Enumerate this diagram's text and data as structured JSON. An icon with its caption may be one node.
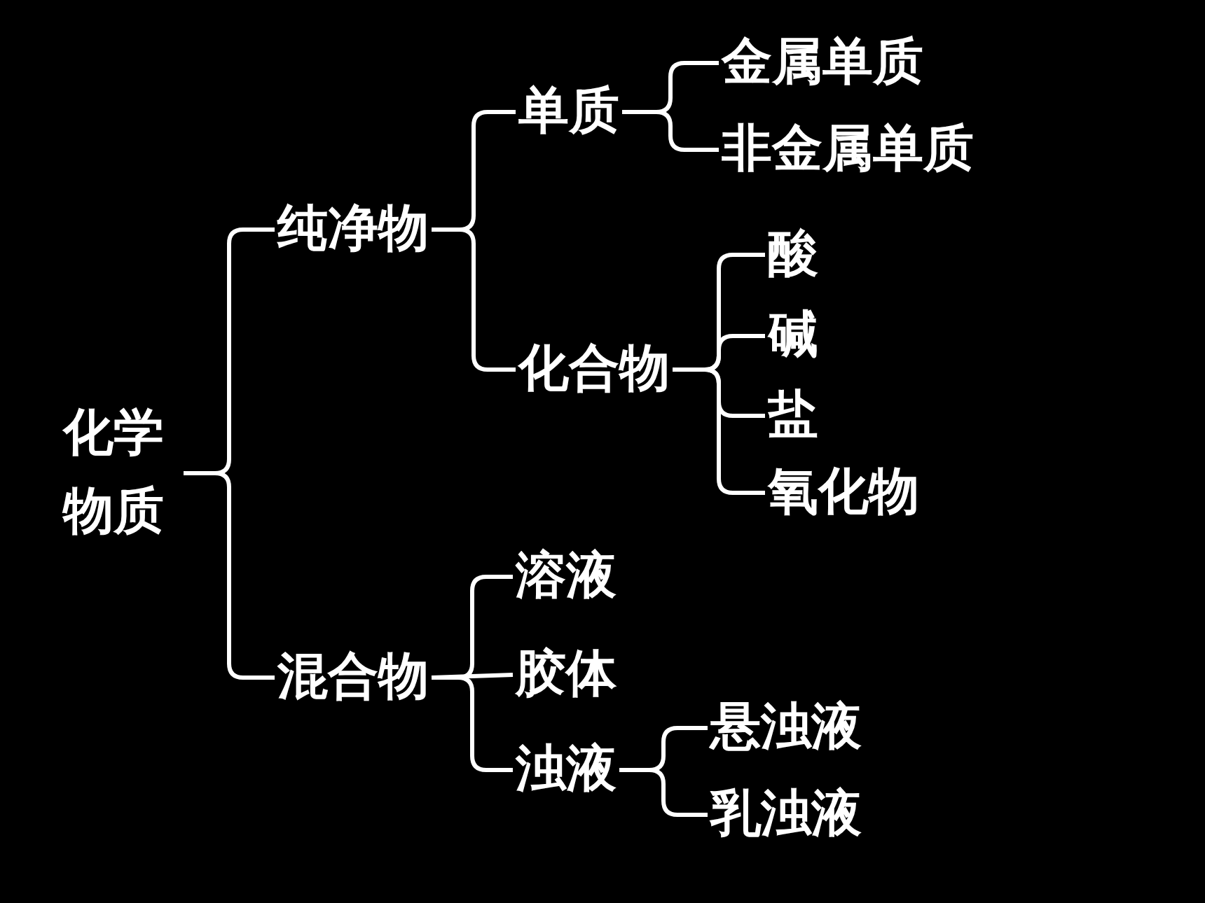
{
  "diagram": {
    "nodes": [
      {
        "text": [
          "化学物质"
        ]
      },
      {
        "text": [
          "纯净物"
        ]
      },
      {
        "text": [
          "单质"
        ]
      },
      {
        "text": [
          "金属单质"
        ]
      },
      {
        "text": [
          "非金属单质"
        ]
      },
      {
        "text": [
          "化合物"
        ]
      },
      {
        "text": [
          "酸"
        ]
      },
      {
        "text": [
          "碱"
        ]
      },
      {
        "text": [
          "盐"
        ]
      },
      {
        "text": [
          "氧化物"
        ]
      },
      {
        "text": [
          "混合物"
        ]
      },
      {
        "text": [
          "溶液"
        ]
      },
      {
        "text": [
          "胶体"
        ]
      },
      {
        "text": [
          "浊液"
        ]
      },
      {
        "text": [
          "悬浊液"
        ]
      },
      {
        "text": [
          "乳浊液"
        ]
      }
    ],
    "edges": [
      {
        "from": 0,
        "to": 1,
        "arrow": "none"
      },
      {
        "from": 0,
        "to": 10,
        "arrow": "none"
      },
      {
        "from": 1,
        "to": 2,
        "arrow": "none"
      },
      {
        "from": 1,
        "to": 5,
        "arrow": "none"
      },
      {
        "from": 2,
        "to": 3,
        "arrow": "none"
      },
      {
        "from": 2,
        "to": 4,
        "arrow": "none"
      },
      {
        "from": 5,
        "to": 6,
        "arrow": "none"
      },
      {
        "from": 5,
        "to": 7,
        "arrow": "none"
      },
      {
        "from": 5,
        "to": 8,
        "arrow": "none"
      },
      {
        "from": 5,
        "to": 9,
        "arrow": "none"
      },
      {
        "from": 10,
        "to": 11,
        "arrow": "none"
      },
      {
        "from": 10,
        "to": 12,
        "arrow": "none"
      },
      {
        "from": 10,
        "to": 13,
        "arrow": "none"
      },
      {
        "from": 13,
        "to": 14,
        "arrow": "none"
      },
      {
        "from": 13,
        "to": 15,
        "arrow": "none"
      }
    ]
  }
}
